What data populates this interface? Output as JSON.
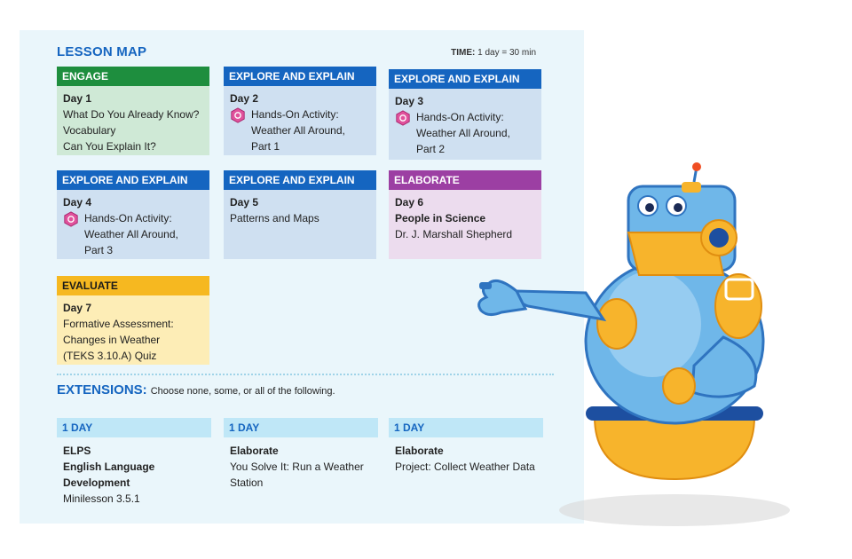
{
  "header": {
    "title": "LESSON MAP",
    "time_label": "TIME:",
    "time_value": "1 day = 30 min"
  },
  "cards": [
    {
      "header": "ENGAGE",
      "day": "Day 1",
      "lines": [
        "What Do You Already Know?",
        "Vocabulary",
        "Can You Explain It?"
      ]
    },
    {
      "header": "EXPLORE AND EXPLAIN",
      "day": "Day 2",
      "activity": [
        "Hands-On Activity:",
        "Weather All Around,",
        "Part 1"
      ]
    },
    {
      "header": "EXPLORE AND EXPLAIN",
      "day": "Day 3",
      "activity": [
        "Hands-On Activity:",
        "Weather All Around,",
        "Part 2"
      ]
    },
    {
      "header": "EXPLORE AND EXPLAIN",
      "day": "Day 4",
      "activity": [
        "Hands-On Activity:",
        "Weather All Around,",
        "Part 3"
      ]
    },
    {
      "header": "EXPLORE AND EXPLAIN",
      "day": "Day 5",
      "lines": [
        "Patterns and Maps"
      ]
    },
    {
      "header": "ELABORATE",
      "day": "Day 6",
      "bold_line": "People in Science",
      "lines": [
        "Dr. J. Marshall Shepherd"
      ]
    },
    {
      "header": "EVALUATE",
      "day": "Day 7",
      "lines": [
        "Formative Assessment:",
        "Changes in Weather",
        "(TEKS 3.10.A) Quiz"
      ]
    }
  ],
  "extensions": {
    "title": "EXTENSIONS:",
    "subtitle": "Choose none, some, or all of the following.",
    "items": [
      {
        "header": "1 DAY",
        "title": "ELPS",
        "bold_lines": [
          "English Language",
          "Development"
        ],
        "lines": [
          "Minilesson 3.5.1"
        ]
      },
      {
        "header": "1 DAY",
        "title": "Elaborate",
        "lines": [
          "You Solve It: Run a Weather",
          "Station"
        ]
      },
      {
        "header": "1 DAY",
        "title": "Elaborate",
        "lines": [
          "Project: Collect Weather Data"
        ]
      }
    ]
  },
  "colors": {
    "engage": "#1e8e3e",
    "explore": "#1565c0",
    "elaborate": "#9c3fa3",
    "evaluate": "#f6b820",
    "activity_icon": "#e0529c"
  },
  "icons": {
    "activity": "hands-on-hexagon-icon",
    "mascot": "robot-mascot"
  }
}
